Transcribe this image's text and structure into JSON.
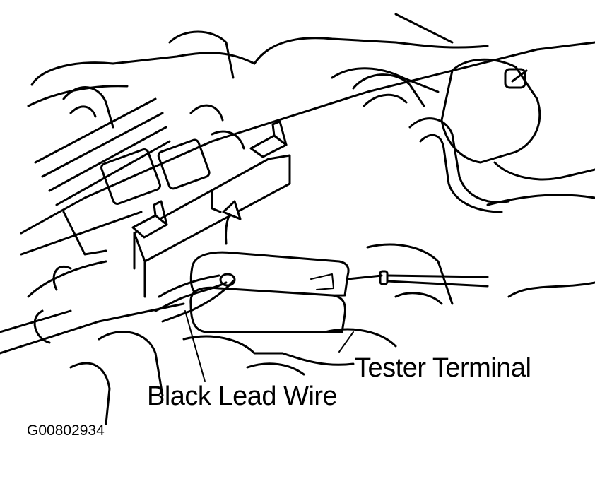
{
  "labels": {
    "tester_terminal": "Tester Terminal",
    "black_lead_wire": "Black Lead Wire",
    "figure_code": "G00802934"
  },
  "colors": {
    "ink": "#000000",
    "paper": "#ffffff"
  }
}
